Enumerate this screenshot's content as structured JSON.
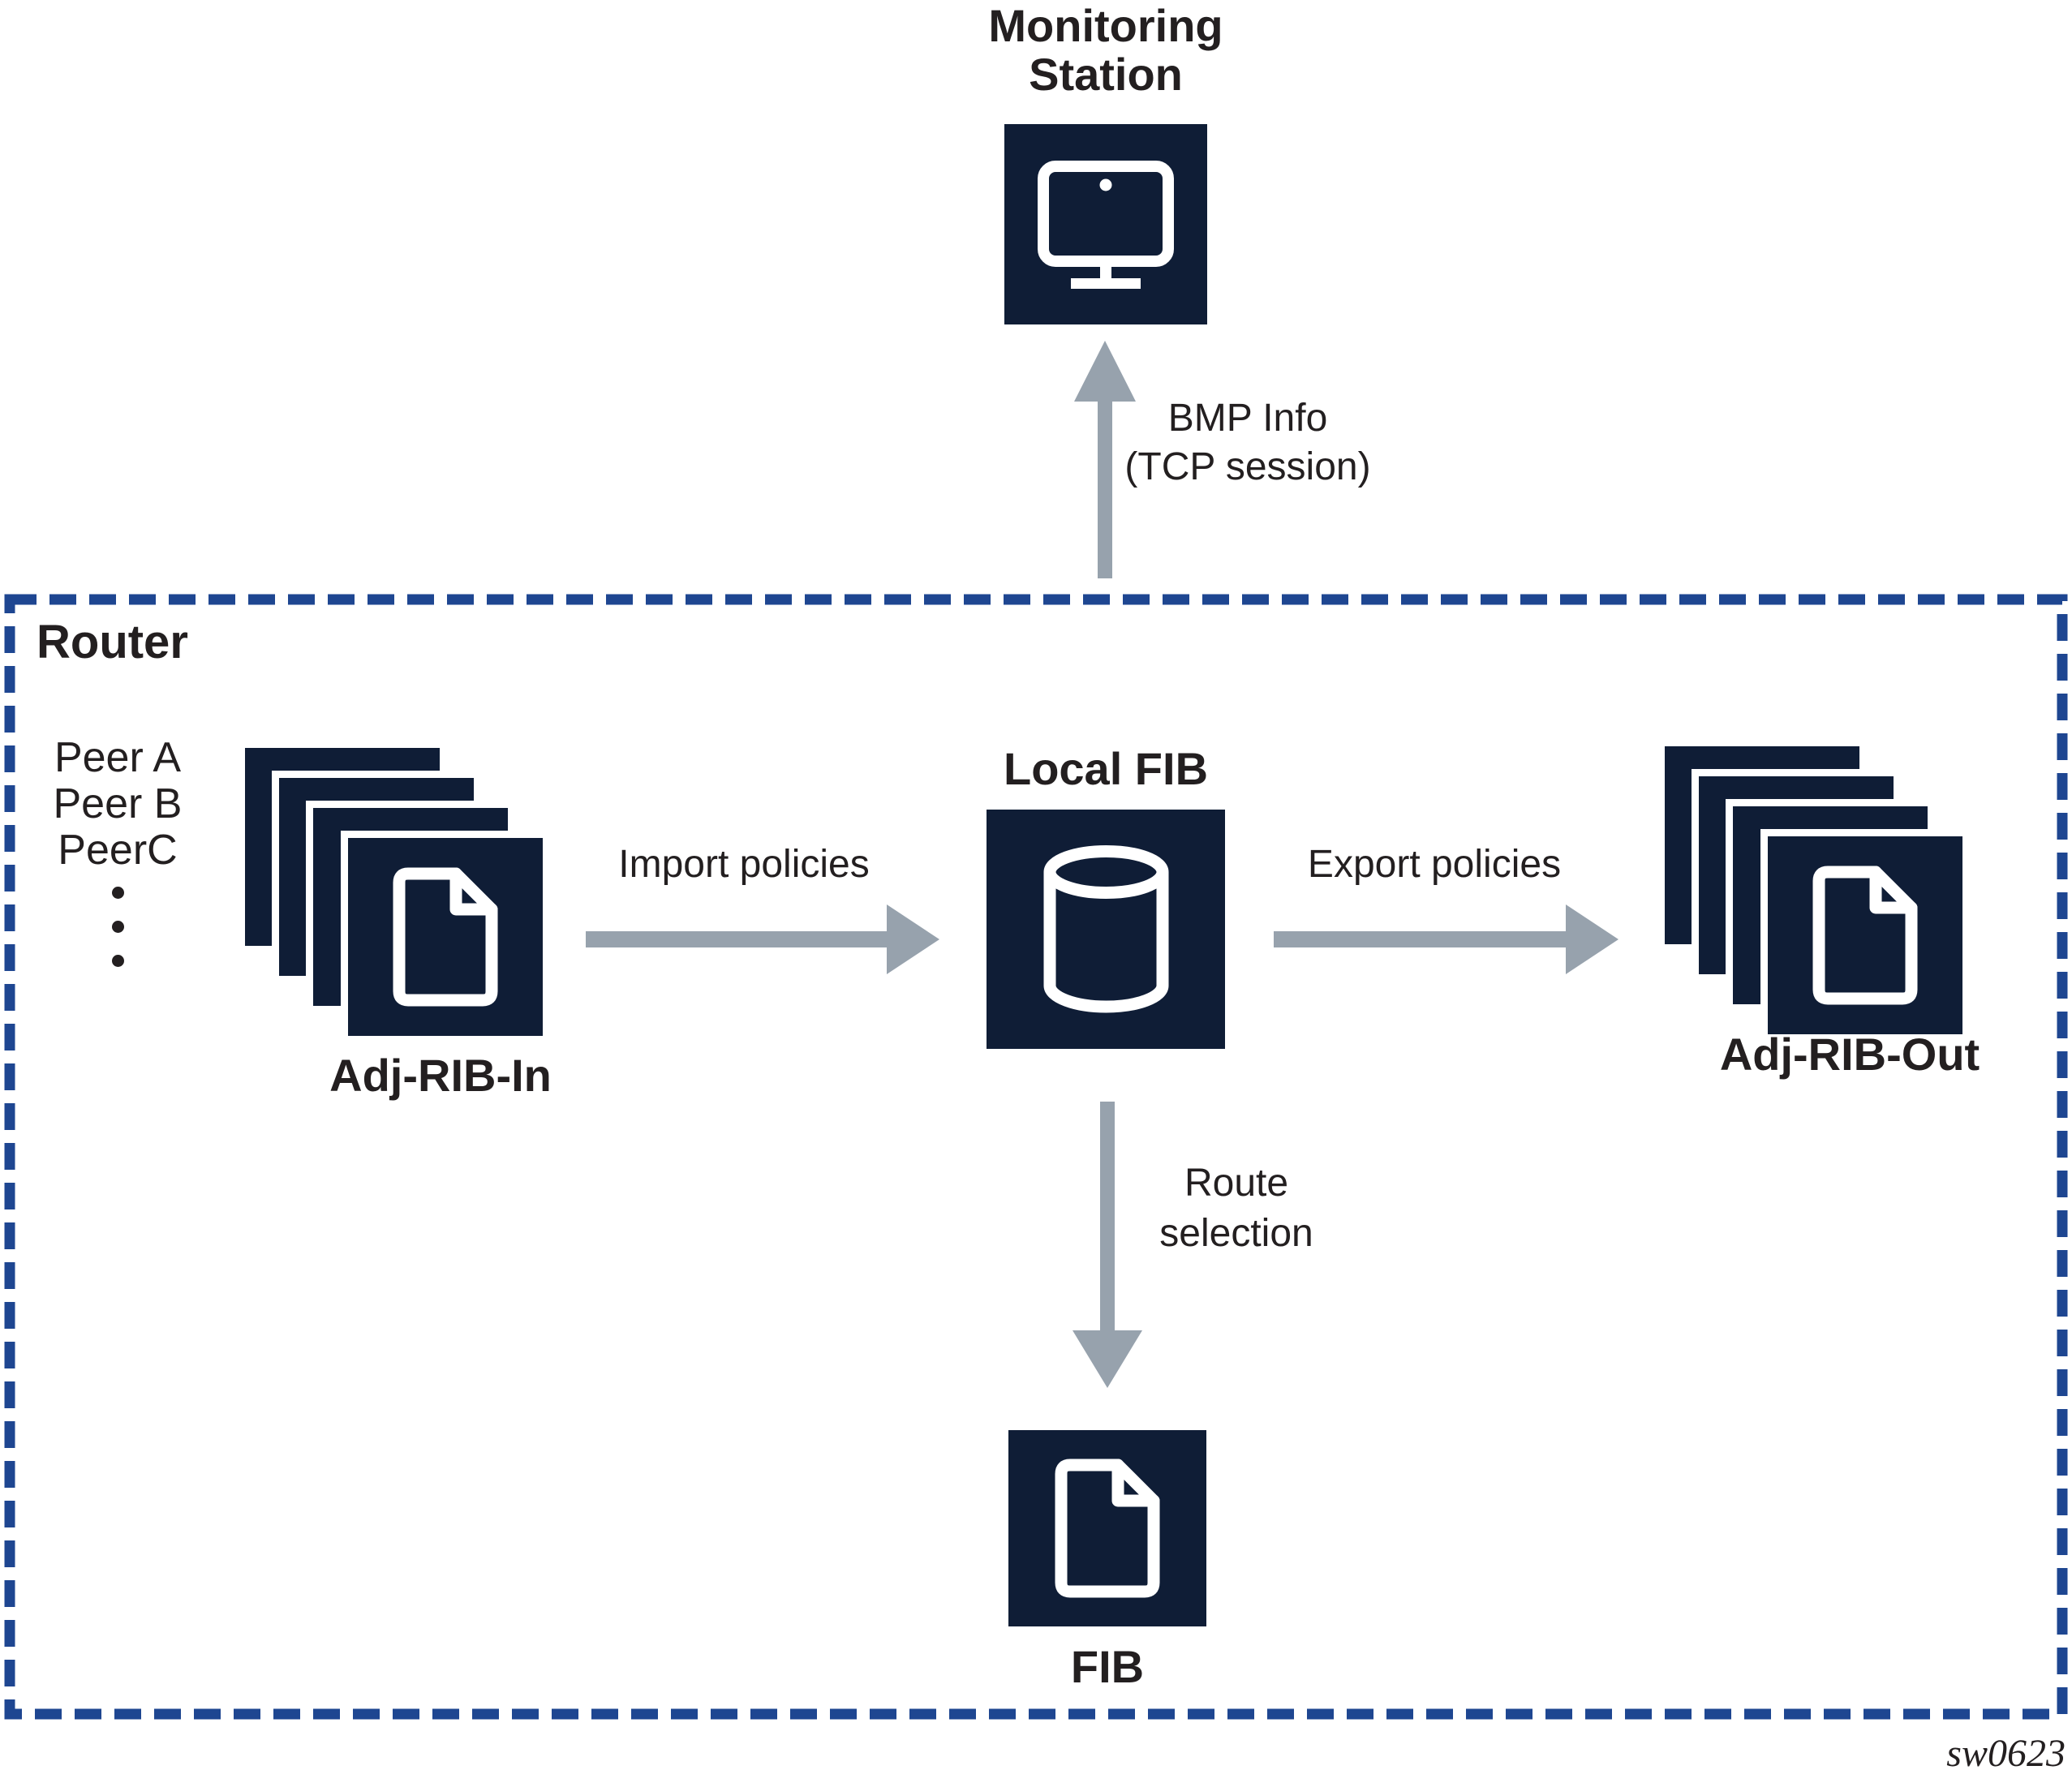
{
  "colors": {
    "navy": "#0f1d36",
    "dash_blue": "#1e4691",
    "arrow_gray": "#97a2ad",
    "text": "#231f20",
    "icon_white": "#ffffff"
  },
  "monitoring_station": {
    "label_line1": "Monitoring",
    "label_line2": "Station",
    "icon": "monitor-icon"
  },
  "bmp_link": {
    "label_line1": "BMP Info",
    "label_line2": "(TCP session)",
    "arrow": "up-arrow"
  },
  "router": {
    "label": "Router"
  },
  "peers": {
    "list": [
      "Peer A",
      "Peer B",
      "PeerC"
    ],
    "ellipsis_dots": 3
  },
  "adj_rib_in": {
    "label": "Adj-RIB-In",
    "stack_count": 4,
    "icon": "document-icon"
  },
  "local_fib": {
    "label": "Local FIB",
    "icon": "database-icon"
  },
  "adj_rib_out": {
    "label": "Adj-RIB-Out",
    "stack_count": 4,
    "icon": "document-icon"
  },
  "fib": {
    "label": "FIB",
    "icon": "document-icon"
  },
  "flows": {
    "import_label": "Import policies",
    "export_label": "Export policies",
    "route_line1": "Route",
    "route_line2": "selection"
  },
  "figure_id": "sw0623"
}
